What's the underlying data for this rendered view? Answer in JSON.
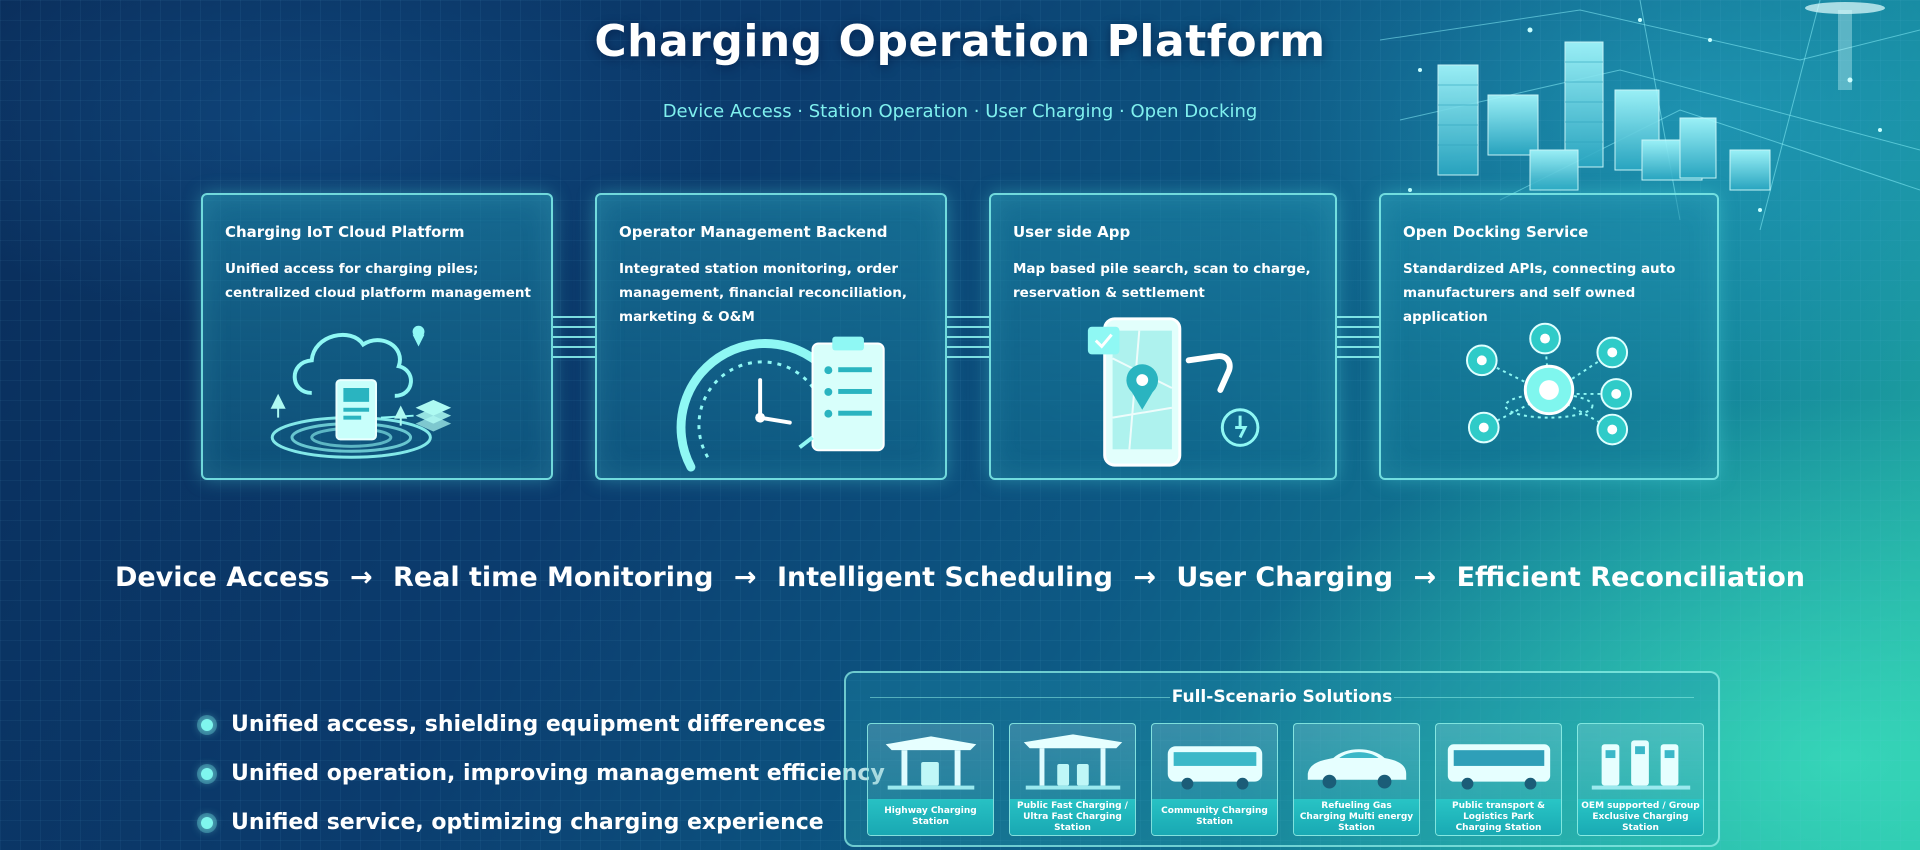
{
  "header": {
    "title": "Charging Operation Platform",
    "subtitle": "Device Access · Station Operation · User Charging · Open Docking"
  },
  "cards": [
    {
      "title": "Charging IoT Cloud Platform",
      "description": "Unified access for charging piles; centralized cloud platform management",
      "icon": "cloud-charger-icon"
    },
    {
      "title": "Operator Management Backend",
      "description": "Integrated station monitoring, order management, financial reconciliation, marketing & O&M",
      "icon": "dashboard-gauge-icon"
    },
    {
      "title": "User side App",
      "description": "Map based pile search, scan to charge, reservation & settlement",
      "icon": "phone-map-icon"
    },
    {
      "title": "Open Docking Service",
      "description": "Standardized APIs, connecting auto manufacturers and self owned application",
      "icon": "api-network-icon"
    }
  ],
  "flow": {
    "steps": [
      "Device Access",
      "Real time Monitoring",
      "Intelligent Scheduling",
      "User Charging",
      "Efficient Reconciliation"
    ],
    "arrow": "→"
  },
  "bullets": [
    "Unified access, shielding equipment differences",
    "Unified operation, improving management efficiency",
    "Unified service, optimizing charging experience"
  ],
  "solutions": {
    "title": "Full-Scenario Solutions",
    "tiles": [
      {
        "label": "Highway Charging Station",
        "icon": "highway-station-icon"
      },
      {
        "label": "Public Fast Charging / Ultra Fast Charging Station",
        "icon": "fast-charging-station-icon"
      },
      {
        "label": "Community Charging Station",
        "icon": "bus-icon"
      },
      {
        "label": "Refueling Gas Charging Multi energy Station",
        "icon": "car-icon"
      },
      {
        "label": "Public transport & Logistics Park Charging Station",
        "icon": "coach-bus-icon"
      },
      {
        "label": "OEM supported / Group Exclusive Charging Station",
        "icon": "charger-piles-icon"
      }
    ]
  },
  "colors": {
    "accent": "#7ff0ee",
    "card_border": "#82f0eb",
    "background_dark": "#0a2d5a",
    "background_light": "#25b6a6"
  }
}
